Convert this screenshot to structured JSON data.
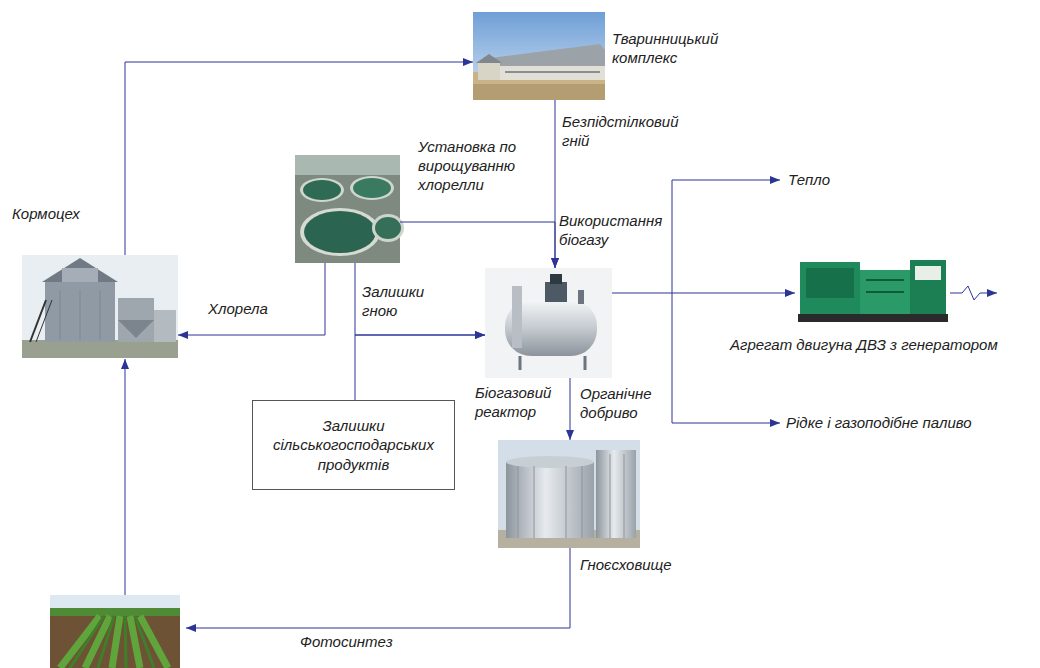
{
  "diagram": {
    "nodes": [
      {
        "text": [
          "Тваринницький комплекс"
        ]
      },
      {
        "text": [
          "Установка по вирощуванню хлорелли"
        ]
      },
      {
        "text": [
          "Кормоцех"
        ]
      },
      {
        "text": [
          "Біогазовий реактор"
        ]
      },
      {
        "text": [
          "Агрегат двигуна ДВЗ з генератором"
        ]
      },
      {
        "text": [
          "Залишки сільськогосподарських продуктів"
        ]
      },
      {
        "text": [
          "Гноєсховище"
        ]
      }
    ],
    "edges": [
      {
        "from": 2,
        "to": 0,
        "arrow": "to"
      },
      {
        "from": 0,
        "to": 3,
        "label": "Безпідстілковий гній",
        "arrow": "to"
      },
      {
        "from": 1,
        "to": 3,
        "label": "Використання біогазу",
        "arrow": "to"
      },
      {
        "from": 1,
        "to": 2,
        "label": "Хлорела",
        "arrow": "to"
      },
      {
        "from": 1,
        "to": 3,
        "label": "Залишки гною",
        "arrow": "to"
      },
      {
        "from": 5,
        "to": 3,
        "arrow": "to"
      },
      {
        "from": 3,
        "to": 6,
        "label": "Органічне добриво",
        "arrow": "to"
      },
      {
        "from": 3,
        "to": 4,
        "arrow": "to"
      }
    ],
    "labels": [
      "Тепло",
      "Рідке і газоподібне паливо",
      "Фотосинтез"
    ]
  }
}
